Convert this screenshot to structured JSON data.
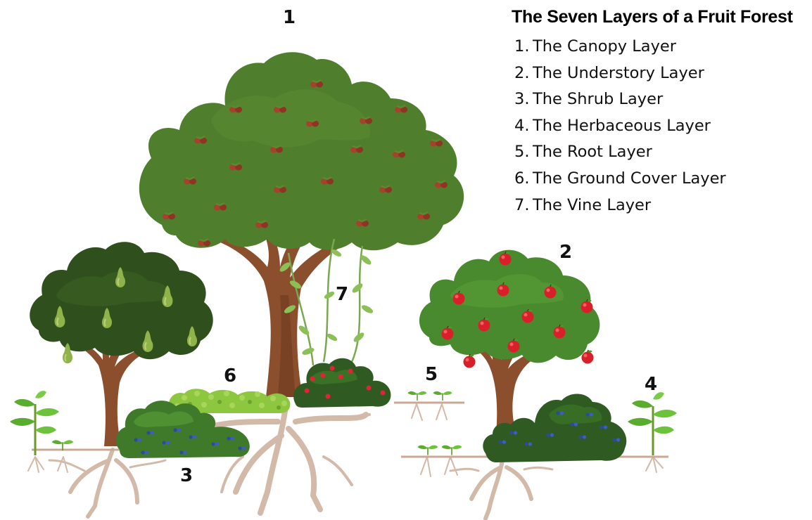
{
  "legend": {
    "title": "The Seven Layers of a Fruit Forest",
    "items": [
      {
        "num": "1.",
        "label": "The Canopy Layer"
      },
      {
        "num": "2.",
        "label": "The Understory Layer"
      },
      {
        "num": "3.",
        "label": "The Shrub Layer"
      },
      {
        "num": "4.",
        "label": "The Herbaceous Layer"
      },
      {
        "num": "5.",
        "label": "The Root Layer"
      },
      {
        "num": "6.",
        "label": "The Ground Cover Layer"
      },
      {
        "num": "7.",
        "label": "The Vine Layer"
      }
    ]
  },
  "markers": {
    "canopy": "1",
    "understory": "2",
    "shrub": "3",
    "herbaceous": "4",
    "root": "5",
    "ground_cover": "6",
    "vine": "7"
  },
  "colors": {
    "canopy_foliage": "#4f7f2c",
    "pear_tree_foliage": "#2f4f1c",
    "apple_tree_foliage": "#4a8a2e",
    "trunk": "#8c4f2d",
    "roots": "#d2b9a8",
    "apple": "#d8202a",
    "pear": "#8fb34a",
    "nut": "#a8402e",
    "berry": "#2d4a9b",
    "vine": "#7aa850",
    "ground_cover": "#8dc63f"
  },
  "icons": [
    "canopy-tree",
    "pear-tree",
    "apple-tree",
    "berry-shrub",
    "ground-cover",
    "vine",
    "seedling",
    "roots"
  ]
}
